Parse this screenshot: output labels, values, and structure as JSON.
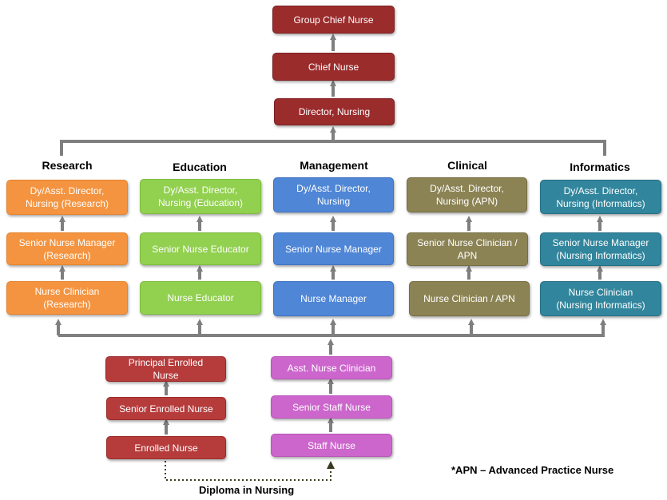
{
  "top": {
    "group_chief_nurse": "Group Chief Nurse",
    "chief_nurse": "Chief Nurse",
    "director_nursing": "Director, Nursing"
  },
  "columns": [
    {
      "heading": "Research",
      "boxes": [
        "Dy/Asst. Director,\nNursing (Research)",
        "Senior Nurse Manager\n(Research)",
        "Nurse Clinician\n(Research)"
      ]
    },
    {
      "heading": "Education",
      "boxes": [
        "Dy/Asst. Director,\nNursing (Education)",
        "Senior Nurse Educator",
        "Nurse Educator"
      ]
    },
    {
      "heading": "Management",
      "boxes": [
        "Dy/Asst. Director,\nNursing",
        "Senior Nurse Manager",
        "Nurse Manager"
      ]
    },
    {
      "heading": "Clinical",
      "boxes": [
        "Dy/Asst. Director,\nNursing (APN)",
        "Senior Nurse Clinician /\nAPN",
        "Nurse Clinician / APN"
      ]
    },
    {
      "heading": "Informatics",
      "boxes": [
        "Dy/Asst. Director,\nNursing (Informatics)",
        "Senior Nurse Manager\n(Nursing Informatics)",
        "Nurse Clinician\n(Nursing Informatics)"
      ]
    }
  ],
  "enrolled_track": [
    "Principal Enrolled\nNurse",
    "Senior Enrolled Nurse",
    "Enrolled Nurse"
  ],
  "staff_track": [
    "Asst. Nurse Clinician",
    "Senior Staff Nurse",
    "Staff Nurse"
  ],
  "diploma_label": "Diploma in Nursing",
  "footnote": "*APN – Advanced Practice Nurse",
  "colors": {
    "top": "#9b2c2c",
    "research": "#f49440",
    "education": "#92d050",
    "management": "#4f86d6",
    "clinical": "#8c8355",
    "informatics": "#31859c",
    "enrolled": "#b63c3c",
    "staff": "#cc66cc",
    "connector": "#7f7f7f"
  }
}
